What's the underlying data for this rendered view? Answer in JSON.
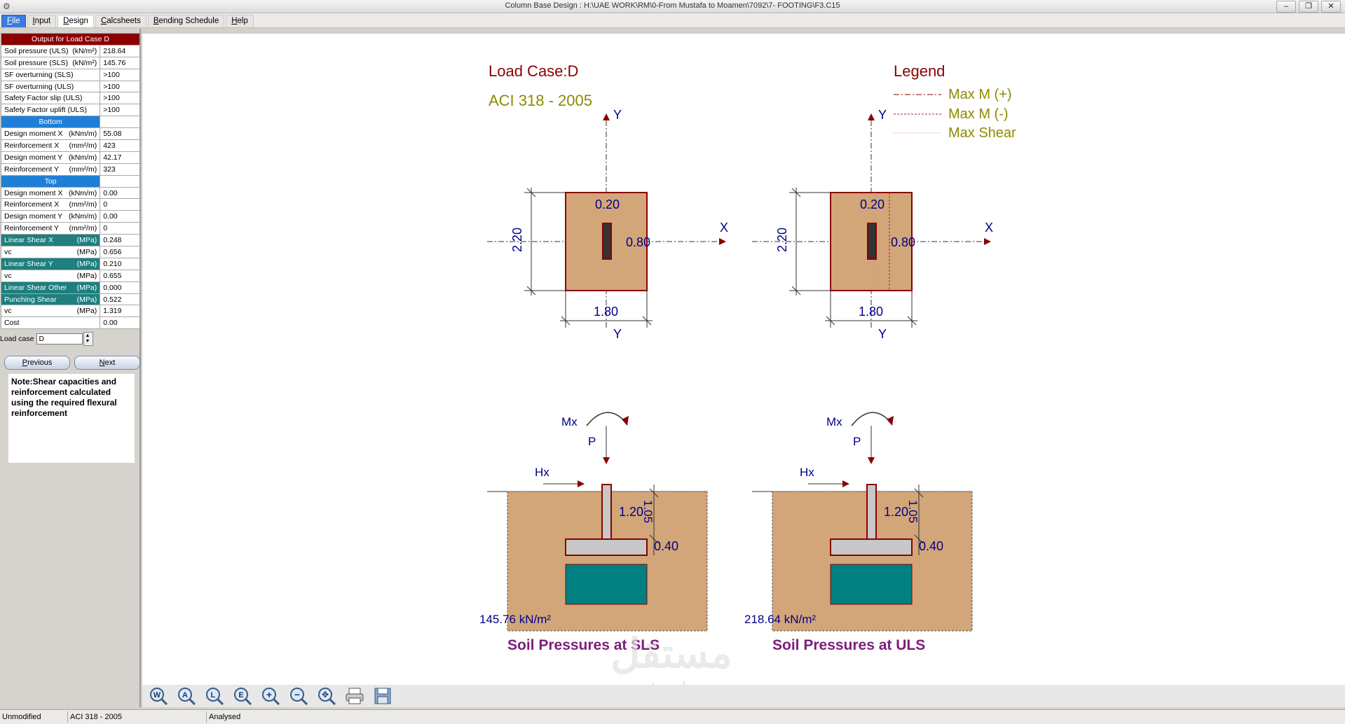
{
  "window": {
    "title": "Column Base Design :  H:\\UAE WORK\\RM\\0-From Mustafa to Moamen\\7092\\7- FOOTING\\F3.C15",
    "btn_min": "–",
    "btn_restore": "❐",
    "btn_close": "✕"
  },
  "menu": {
    "items": [
      {
        "label": "File",
        "hot": "F",
        "rest": "ile"
      },
      {
        "label": "Input",
        "hot": "I",
        "rest": "nput"
      },
      {
        "label": "Design",
        "hot": "D",
        "rest": "esign"
      },
      {
        "label": "Calcsheets",
        "hot": "C",
        "rest": "alcsheets"
      },
      {
        "label": "Bending Schedule",
        "hot": "B",
        "rest": "ending Schedule"
      },
      {
        "label": "Help",
        "hot": "H",
        "rest": "elp"
      }
    ]
  },
  "output": {
    "header": "Output for Load Case D",
    "rows": [
      {
        "label": "Soil pressure (ULS)",
        "unit": "(kN/m²)",
        "value": "218.64"
      },
      {
        "label": "Soil pressure (SLS)",
        "unit": "(kN/m²)",
        "value": "145.76"
      },
      {
        "label": "SF overturning (SLS)",
        "unit": "",
        "value": ">100"
      },
      {
        "label": "SF overturning (ULS)",
        "unit": "",
        "value": ">100"
      },
      {
        "label": "Safety Factor slip (ULS)",
        "unit": "",
        "value": ">100"
      },
      {
        "label": "Safety Factor uplift (ULS)",
        "unit": "",
        "value": ">100"
      }
    ],
    "bottom_header": "Bottom",
    "bottom_rows": [
      {
        "label": "Design moment X",
        "unit": "(kNm/m)",
        "value": "55.08"
      },
      {
        "label": "Reinforcement X",
        "unit": "(mm²/m)",
        "value": "423"
      },
      {
        "label": "Design moment Y",
        "unit": "(kNm/m)",
        "value": "42.17"
      },
      {
        "label": "Reinforcement Y",
        "unit": "(mm²/m)",
        "value": "323"
      }
    ],
    "top_header": "Top",
    "top_rows": [
      {
        "label": "Design moment X",
        "unit": "(kNm/m)",
        "value": "0.00"
      },
      {
        "label": "Reinforcement X",
        "unit": "(mm²/m)",
        "value": "0"
      },
      {
        "label": "Design moment Y",
        "unit": "(kNm/m)",
        "value": "0.00"
      },
      {
        "label": "Reinforcement Y",
        "unit": "(mm²/m)",
        "value": "0"
      }
    ],
    "shear_rows": [
      {
        "label": "Linear Shear X",
        "unit": "(MPa)",
        "value": "0.248",
        "teal": true
      },
      {
        "label": "vc",
        "unit": "(MPa)",
        "value": "0.656",
        "teal": false
      },
      {
        "label": "Linear Shear Y",
        "unit": "(MPa)",
        "value": "0.210",
        "teal": true
      },
      {
        "label": "vc",
        "unit": "(MPa)",
        "value": "0.655",
        "teal": false
      },
      {
        "label": "Linear Shear Other",
        "unit": "(MPa)",
        "value": "0.000",
        "teal": true
      },
      {
        "label": "Punching Shear",
        "unit": "(MPa)",
        "value": "0.522",
        "teal": true
      },
      {
        "label": "vc",
        "unit": "(MPa)",
        "value": "1.319",
        "teal": false
      },
      {
        "label": "Cost",
        "unit": "",
        "value": "0.00",
        "teal": false
      }
    ]
  },
  "loadcase": {
    "label": "Load case",
    "value": "D"
  },
  "nav": {
    "previous_hot": "P",
    "previous_rest": "revious",
    "next_hot": "N",
    "next_rest": "ext"
  },
  "note": "Note:Shear capacities and reinforcement calculated using the required flexural reinforcement",
  "drawing": {
    "loadcase_title": "Load Case:D",
    "code": "ACI 318 - 2005",
    "legend_title": "Legend",
    "legend_items": [
      "Max M (+)",
      "Max M (-)",
      "Max Shear"
    ],
    "axis_x": "X",
    "axis_y": "Y",
    "plan_depth": "2.20",
    "plan_width": "1.80",
    "col_b": "0.20",
    "col_h": "0.80",
    "mx": "Mx",
    "p": "P",
    "hx": "Hx",
    "depth_total": "1.20",
    "pedestal": "1.05",
    "footing_thk": "0.40",
    "sls_pressure": "145.76 kN/m²",
    "uls_pressure": "218.64 kN/m²",
    "sls_title": "Soil Pressures at SLS",
    "uls_title": "Soil Pressures at ULS",
    "colors": {
      "dark_red": "#8b0000",
      "olive": "#8b8b00",
      "navy": "#00008b",
      "purple": "#7b1e7b",
      "soil": "#d2a679",
      "teal": "#008080"
    }
  },
  "watermark": {
    "arabic": "مستقل",
    "latin": "mostaql.com"
  },
  "toolbar": {
    "icons": [
      "W",
      "A",
      "L",
      "E",
      "+",
      "−",
      "✥"
    ]
  },
  "status": {
    "left": "Unmodified",
    "middle": "ACI 318 - 2005",
    "right": "Analysed"
  }
}
